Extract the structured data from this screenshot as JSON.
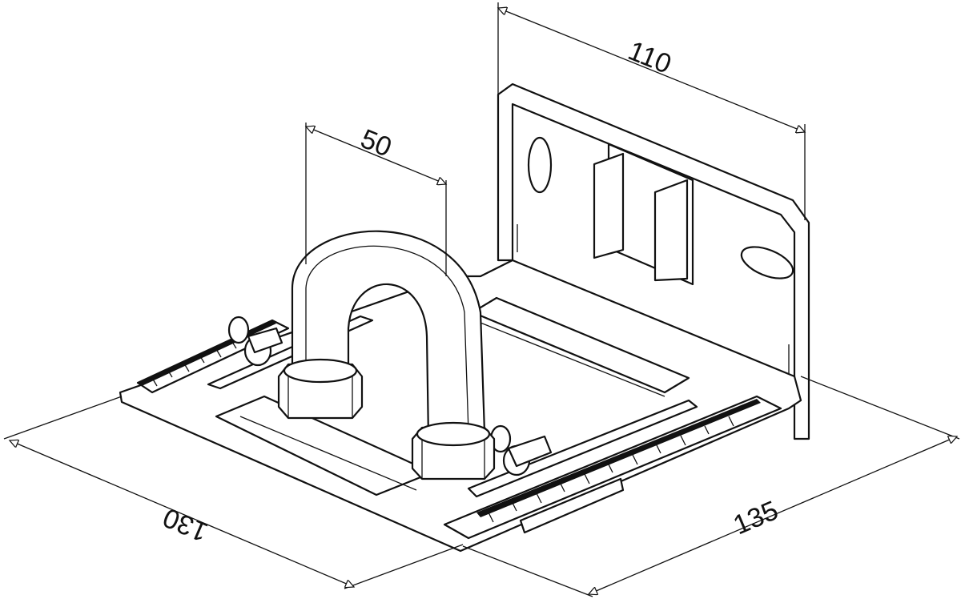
{
  "drawing": {
    "dimensions": {
      "wall_width": "110",
      "pipe_spacing": "50",
      "base_depth": "130",
      "base_width": "135"
    },
    "colors": {
      "line": "#111111",
      "background": "#ffffff"
    }
  }
}
